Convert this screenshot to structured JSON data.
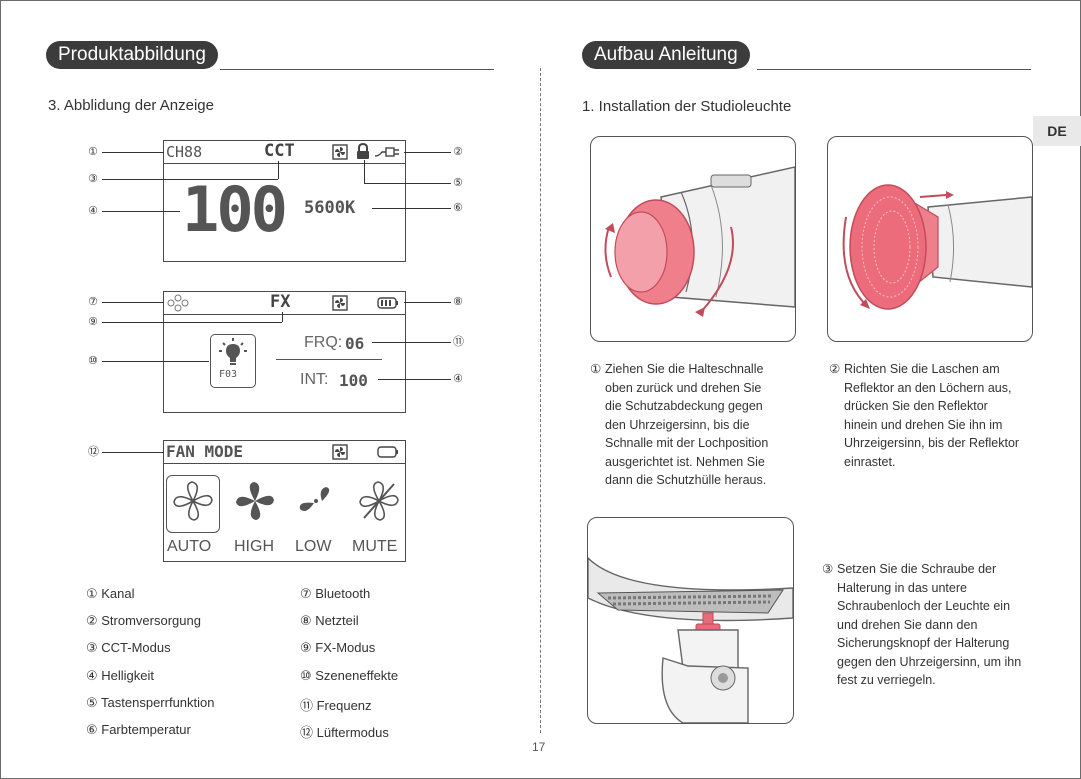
{
  "left": {
    "header": "Produktabbildung",
    "subheading": "3. Abblidung der Anzeige",
    "screen1": {
      "channel": "CH88",
      "mode": "CCT",
      "brightness": "100",
      "color_temp": "5600K"
    },
    "screen2": {
      "mode": "FX",
      "effect_code": "F03",
      "frq_label": "FRQ:",
      "frq_value": "06",
      "int_label": "INT:",
      "int_value": "100"
    },
    "screen3": {
      "title": "FAN MODE",
      "options": [
        "AUTO",
        "HIGH",
        "LOW",
        "MUTE"
      ]
    },
    "callouts": [
      "①",
      "②",
      "③",
      "④",
      "⑤",
      "⑥",
      "⑦",
      "⑧",
      "⑨",
      "⑩",
      "⑪",
      "④",
      "⑫"
    ],
    "legend": [
      "① Kanal",
      "② Stromversorgung",
      "③ CCT-Modus",
      "④ Helligkeit",
      "⑤ Tastensperrfunktion",
      "⑥ Farbtemperatur",
      "⑦ Bluetooth",
      "⑧ Netzteil",
      "⑨ FX-Modus",
      "⑩ Szeneneffekte",
      "⑪ Frequenz",
      "⑫ Lüftermodus"
    ]
  },
  "right": {
    "header": "Aufbau Anleitung",
    "subheading": "1. Installation der Studioleuchte",
    "lang_tab": "DE",
    "steps": [
      {
        "num": "①",
        "lines": [
          "Ziehen Sie die Halteschnalle",
          "oben zurück und drehen Sie",
          "die Schutzabdeckung gegen",
          "den Uhrzeigersinn, bis die",
          "Schnalle mit der Lochposition",
          "ausgerichtet ist. Nehmen Sie",
          "dann die Schutzhülle heraus."
        ]
      },
      {
        "num": "②",
        "lines": [
          "Richten Sie die Laschen am",
          "Reflektor an den Löchern aus,",
          "drücken Sie den Reflektor",
          "hinein und drehen Sie ihn im",
          "Uhrzeigersinn, bis der Reflektor",
          "einrastet."
        ]
      },
      {
        "num": "③",
        "lines": [
          "Setzen Sie die Schraube der",
          "Halterung in das untere",
          "Schraubenloch der Leuchte ein",
          "und drehen Sie dann den",
          "Sicherungsknopf der Halterung",
          "gegen den Uhrzeigersinn, um ihn",
          "fest zu verriegeln."
        ]
      }
    ]
  },
  "page_number": "17",
  "colors": {
    "header_bg": "#3c3c3c",
    "accent_pink": "#e86b7a",
    "lcd_border": "#4a4a4a"
  }
}
